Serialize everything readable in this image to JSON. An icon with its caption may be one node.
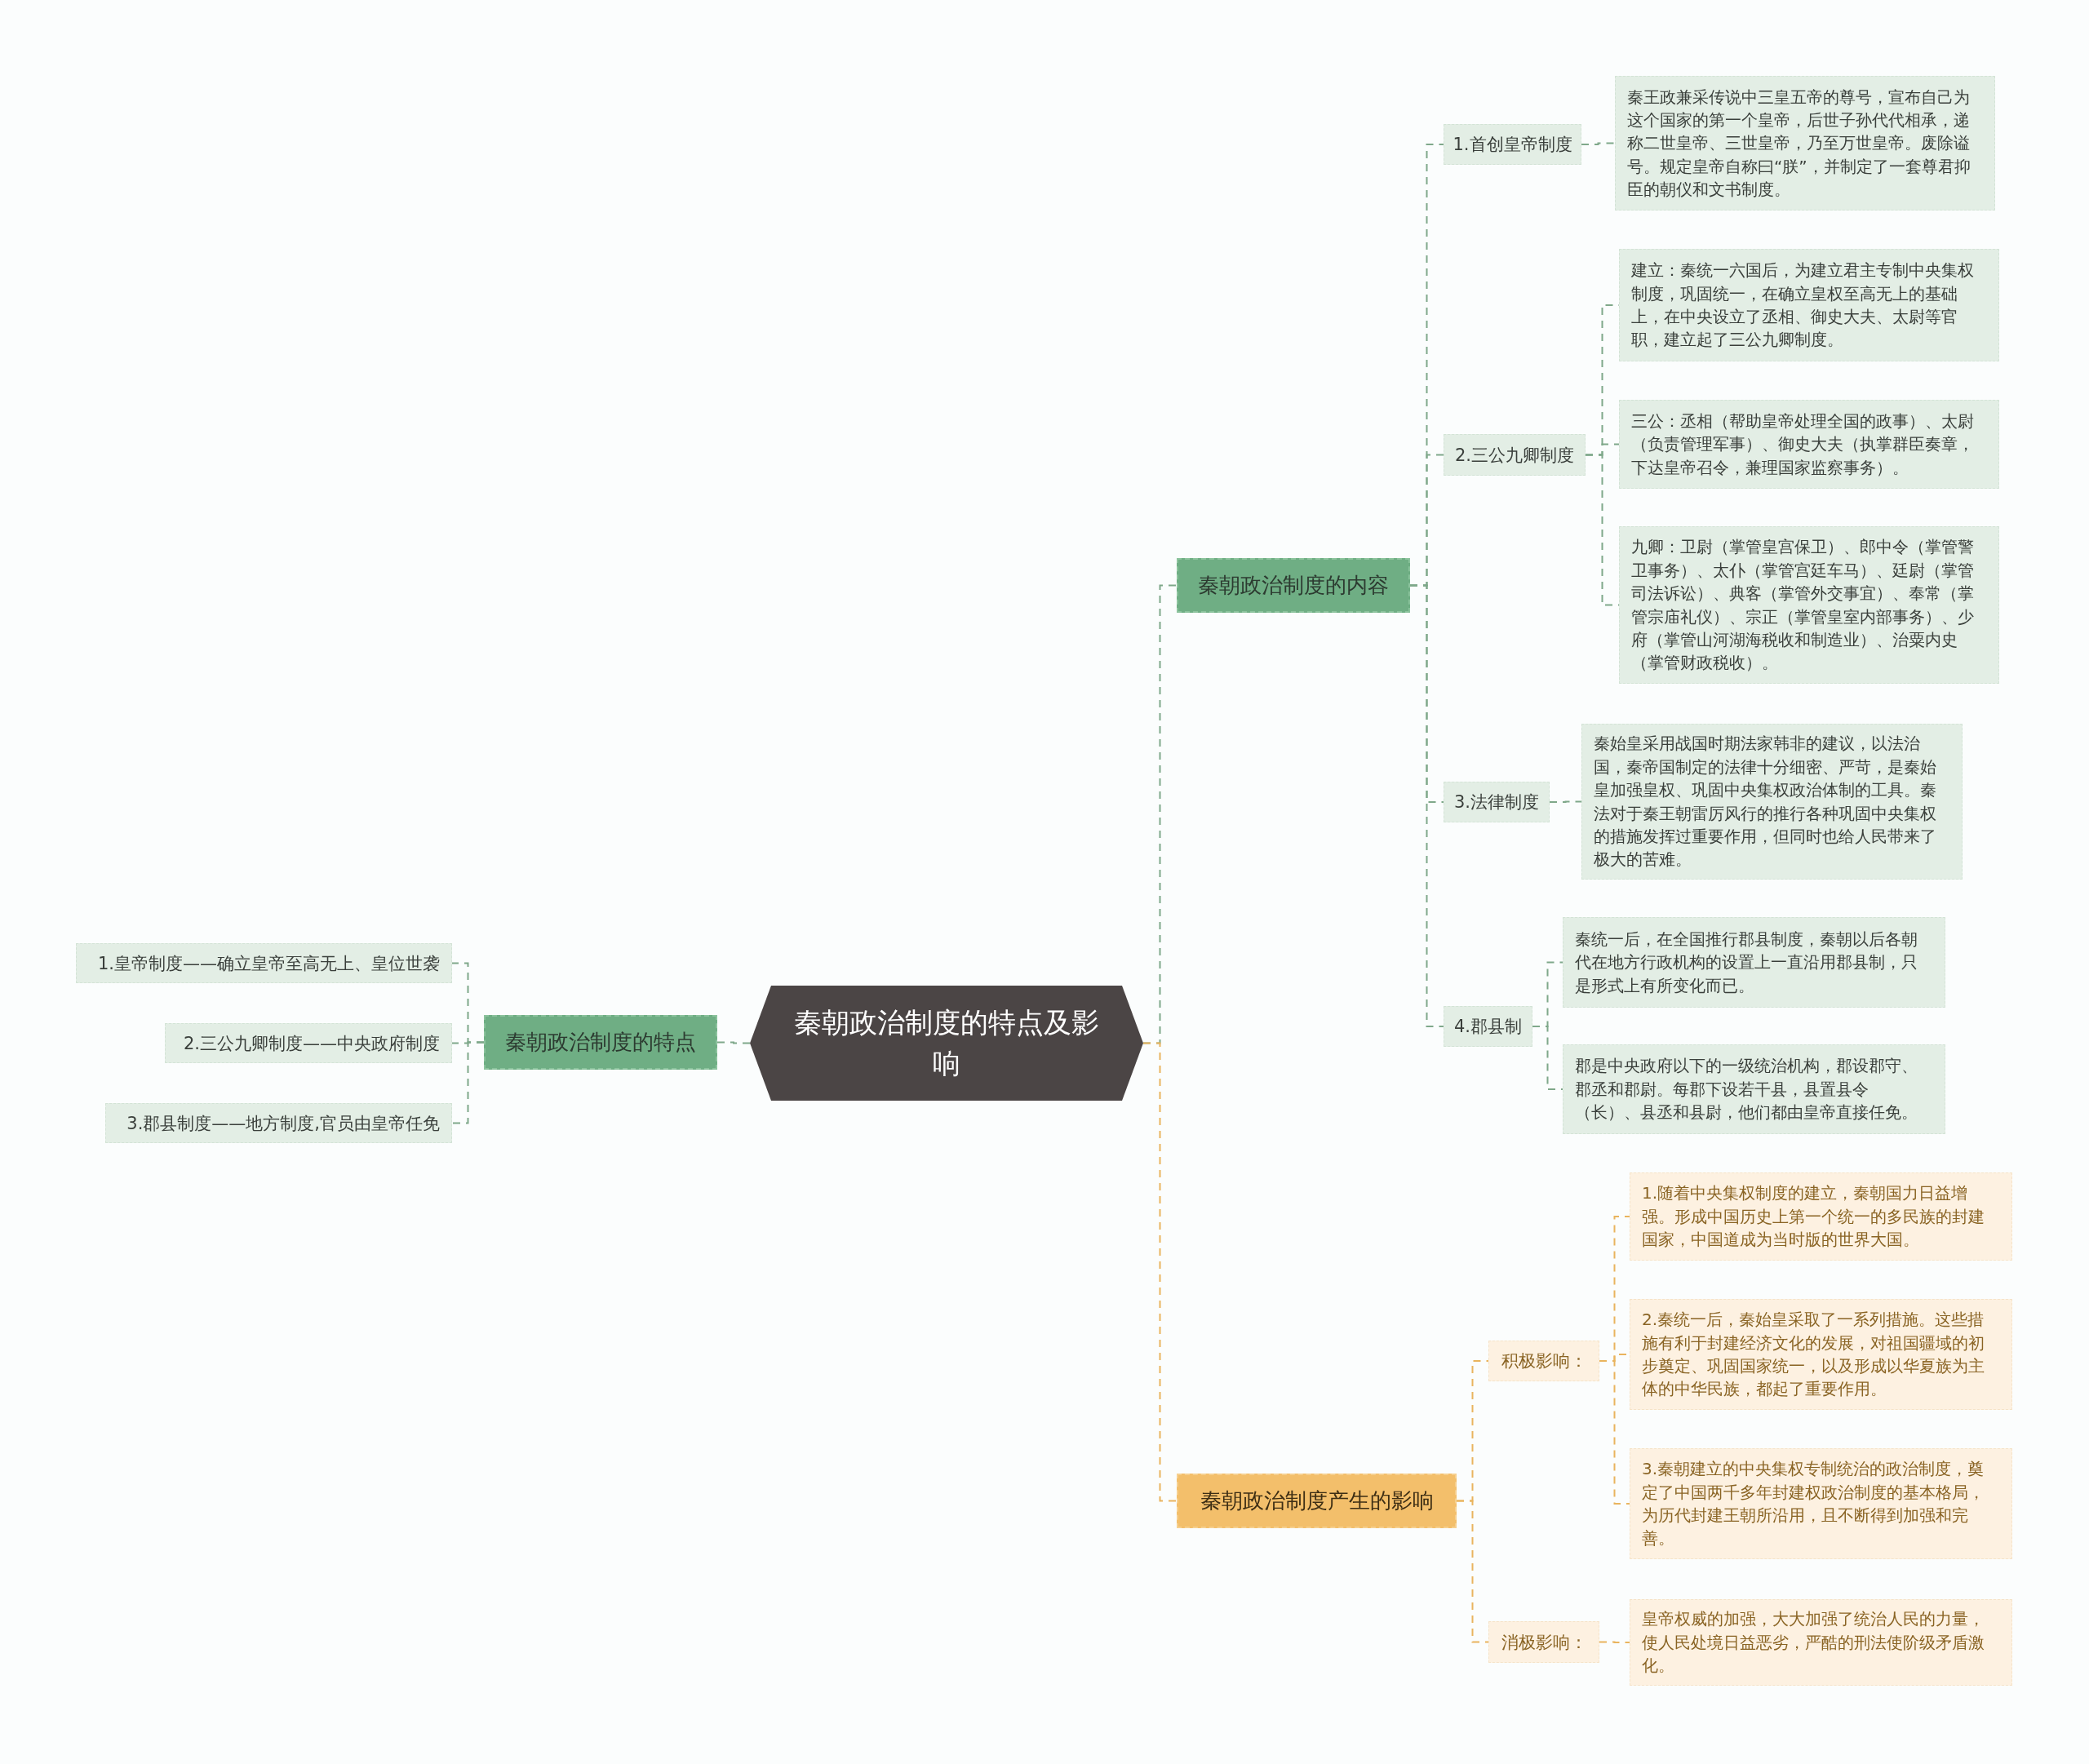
{
  "diagram": {
    "nodes": [
      {
        "text": [
          "秦朝政治制度的特点及影响"
        ]
      },
      {
        "text": [
          "秦朝政治制度的特点"
        ]
      },
      {
        "text": [
          "1.皇帝制度——确立皇帝至高无上、皇位世袭"
        ]
      },
      {
        "text": [
          "2.三公九卿制度——中央政府制度"
        ]
      },
      {
        "text": [
          "3.郡县制度——地方制度,官员由皇帝任免"
        ]
      },
      {
        "text": [
          "秦朝政治制度的内容"
        ]
      },
      {
        "text": [
          "1.首创皇帝制度"
        ]
      },
      {
        "text": [
          "秦王政兼采传说中三皇五帝的尊号，宣布自己为这个国家的第一个皇帝，后世子孙代代相承，递称二世皇帝、三世皇帝，乃至万世皇帝。废除谥号。规定皇帝自称曰“朕”，并制定了一套尊君抑臣的朝仪和文书制度。"
        ]
      },
      {
        "text": [
          "2.三公九卿制度"
        ]
      },
      {
        "text": [
          "建立：秦统一六国后，为建立君主专制中央集权制度，巩固统一，在确立皇权至高无上的基础上，在中央设立了丞相、御史大夫、太尉等官职，建立起了三公九卿制度。"
        ]
      },
      {
        "text": [
          "三公：丞相（帮助皇帝处理全国的政事）、太尉（负责管理军事）、御史大夫（执掌群臣奏章，下达皇帝召令，兼理国家监察事务）。"
        ]
      },
      {
        "text": [
          "九卿：卫尉（掌管皇宫保卫）、郎中令（掌管警卫事务）、太仆（掌管宫廷车马）、廷尉（掌管司法诉讼）、典客（掌管外交事宜）、奉常（掌管宗庙礼仪）、宗正（掌管皇室内部事务）、少府（掌管山河湖海税收和制造业）、治粟内史（掌管财政税收）。"
        ]
      },
      {
        "text": [
          "3.法律制度"
        ]
      },
      {
        "text": [
          "秦始皇采用战国时期法家韩非的建议，以法治国，秦帝国制定的法律十分细密、严苛，是秦始皇加强皇权、巩固中央集权政治体制的工具。秦法对于秦王朝雷厉风行的推行各种巩固中央集权的措施发挥过重要作用，但同时也给人民带来了极大的苦难。"
        ]
      },
      {
        "text": [
          "4.郡县制"
        ]
      },
      {
        "text": [
          "秦统一后，在全国推行郡县制度，秦朝以后各朝代在地方行政机构的设置上一直沿用郡县制，只是形式上有所变化而已。"
        ]
      },
      {
        "text": [
          "郡是中央政府以下的一级统治机构，郡设郡守、郡丞和郡尉。每郡下设若干县，县置县令（长）、县丞和县尉，他们都由皇帝直接任免。"
        ]
      },
      {
        "text": [
          "秦朝政治制度产生的影响"
        ]
      },
      {
        "text": [
          "积极影响："
        ]
      },
      {
        "text": [
          "1.随着中央集权制度的建立，秦朝国力日益增强。形成中国历史上第一个统一的多民族的封建国家，中国道成为当时版的世界大国。"
        ]
      },
      {
        "text": [
          "2.秦统一后，秦始皇采取了一系列措施。这些措施有利于封建经济文化的发展，对祖国疆域的初步奠定、巩固国家统一，以及形成以华夏族为主体的中华民族，都起了重要作用。"
        ]
      },
      {
        "text": [
          "3.秦朝建立的中央集权专制统治的政治制度，奠定了中国两千多年封建权政治制度的基本格局，为历代封建王朝所沿用，且不断得到加强和完善。"
        ]
      },
      {
        "text": [
          "消极影响："
        ]
      },
      {
        "text": [
          "皇帝权威的加强，大大加强了统治人民的力量，使人民处境日益恶劣，严酷的刑法使阶级矛盾激化。"
        ]
      }
    ],
    "edges": [
      {
        "from": 0,
        "to": 1,
        "arrow": "none",
        "style": "dashed"
      },
      {
        "from": 1,
        "to": 2,
        "arrow": "none",
        "style": "dashed"
      },
      {
        "from": 1,
        "to": 3,
        "arrow": "none",
        "style": "dashed"
      },
      {
        "from": 1,
        "to": 4,
        "arrow": "none",
        "style": "dashed"
      },
      {
        "from": 0,
        "to": 5,
        "arrow": "none",
        "style": "dashed"
      },
      {
        "from": 5,
        "to": 6,
        "arrow": "none",
        "style": "dashed"
      },
      {
        "from": 6,
        "to": 7,
        "arrow": "none",
        "style": "dashed"
      },
      {
        "from": 5,
        "to": 8,
        "arrow": "none",
        "style": "dashed"
      },
      {
        "from": 8,
        "to": 9,
        "arrow": "none",
        "style": "dashed"
      },
      {
        "from": 8,
        "to": 10,
        "arrow": "none",
        "style": "dashed"
      },
      {
        "from": 8,
        "to": 11,
        "arrow": "none",
        "style": "dashed"
      },
      {
        "from": 5,
        "to": 12,
        "arrow": "none",
        "style": "dashed"
      },
      {
        "from": 12,
        "to": 13,
        "arrow": "none",
        "style": "dashed"
      },
      {
        "from": 5,
        "to": 14,
        "arrow": "none",
        "style": "dashed"
      },
      {
        "from": 14,
        "to": 15,
        "arrow": "none",
        "style": "dashed"
      },
      {
        "from": 14,
        "to": 16,
        "arrow": "none",
        "style": "dashed"
      },
      {
        "from": 0,
        "to": 17,
        "arrow": "none",
        "style": "dashed",
        "color": "#e9b45e"
      },
      {
        "from": 17,
        "to": 18,
        "arrow": "none",
        "style": "dashed",
        "color": "#e9b45e"
      },
      {
        "from": 18,
        "to": 19,
        "arrow": "none",
        "style": "dashed",
        "color": "#e9b45e"
      },
      {
        "from": 18,
        "to": 20,
        "arrow": "none",
        "style": "dashed",
        "color": "#e9b45e"
      },
      {
        "from": 18,
        "to": 21,
        "arrow": "none",
        "style": "dashed",
        "color": "#e9b45e"
      },
      {
        "from": 17,
        "to": 22,
        "arrow": "none",
        "style": "dashed",
        "color": "#e9b45e"
      },
      {
        "from": 22,
        "to": 23,
        "arrow": "none",
        "style": "dashed",
        "color": "#e9b45e"
      }
    ]
  }
}
